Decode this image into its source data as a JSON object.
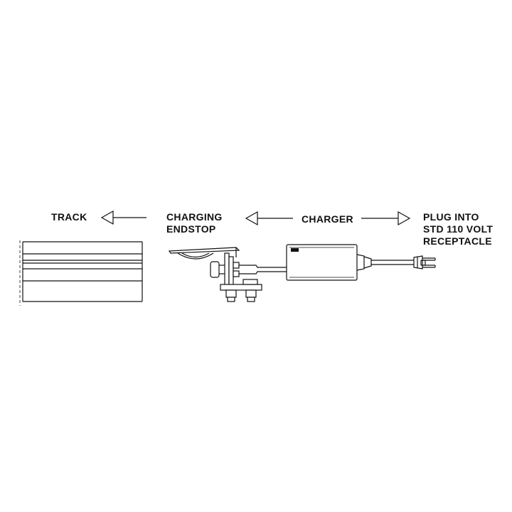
{
  "labels": {
    "track": "TRACK",
    "charging_endstop": [
      "CHARGING",
      "ENDSTOP"
    ],
    "charger": "CHARGER",
    "plug": [
      "PLUG INTO",
      "STD 110 VOLT",
      "RECEPTACLE"
    ]
  },
  "colors": {
    "line": "#111111",
    "background": "#ffffff"
  }
}
